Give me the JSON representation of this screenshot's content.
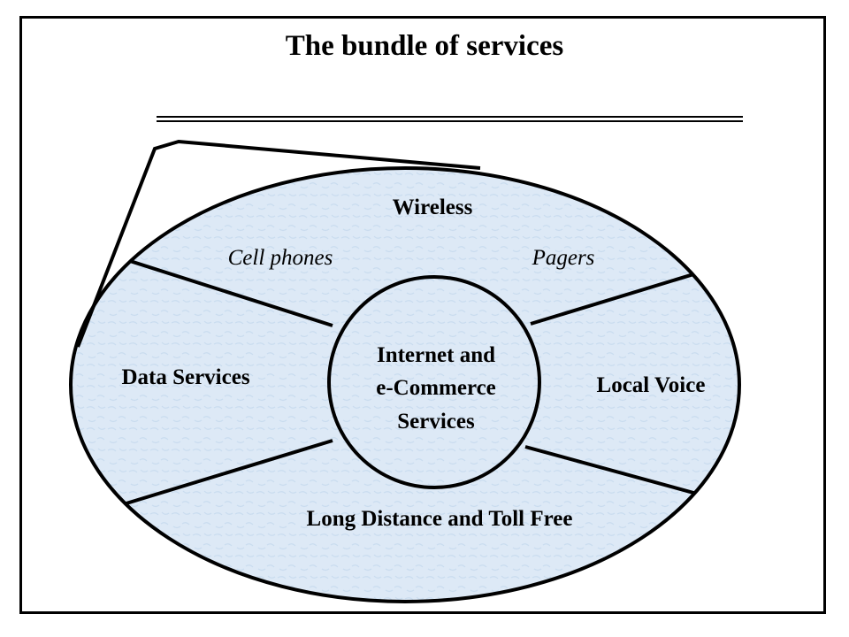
{
  "title": "The bundle of services",
  "colors": {
    "fill": "#dde9f6",
    "stroke": "#000000",
    "texture": "#c9dcef"
  },
  "segments": {
    "wireless": "Wireless",
    "data_services": "Data Services",
    "local_voice": "Local Voice",
    "long_distance": "Long Distance and Toll Free"
  },
  "sub_items": {
    "cell_phones": "Cell phones",
    "pagers": "Pagers"
  },
  "center": {
    "line1": "Internet and",
    "line2": "e-Commerce",
    "line3": "Services"
  }
}
